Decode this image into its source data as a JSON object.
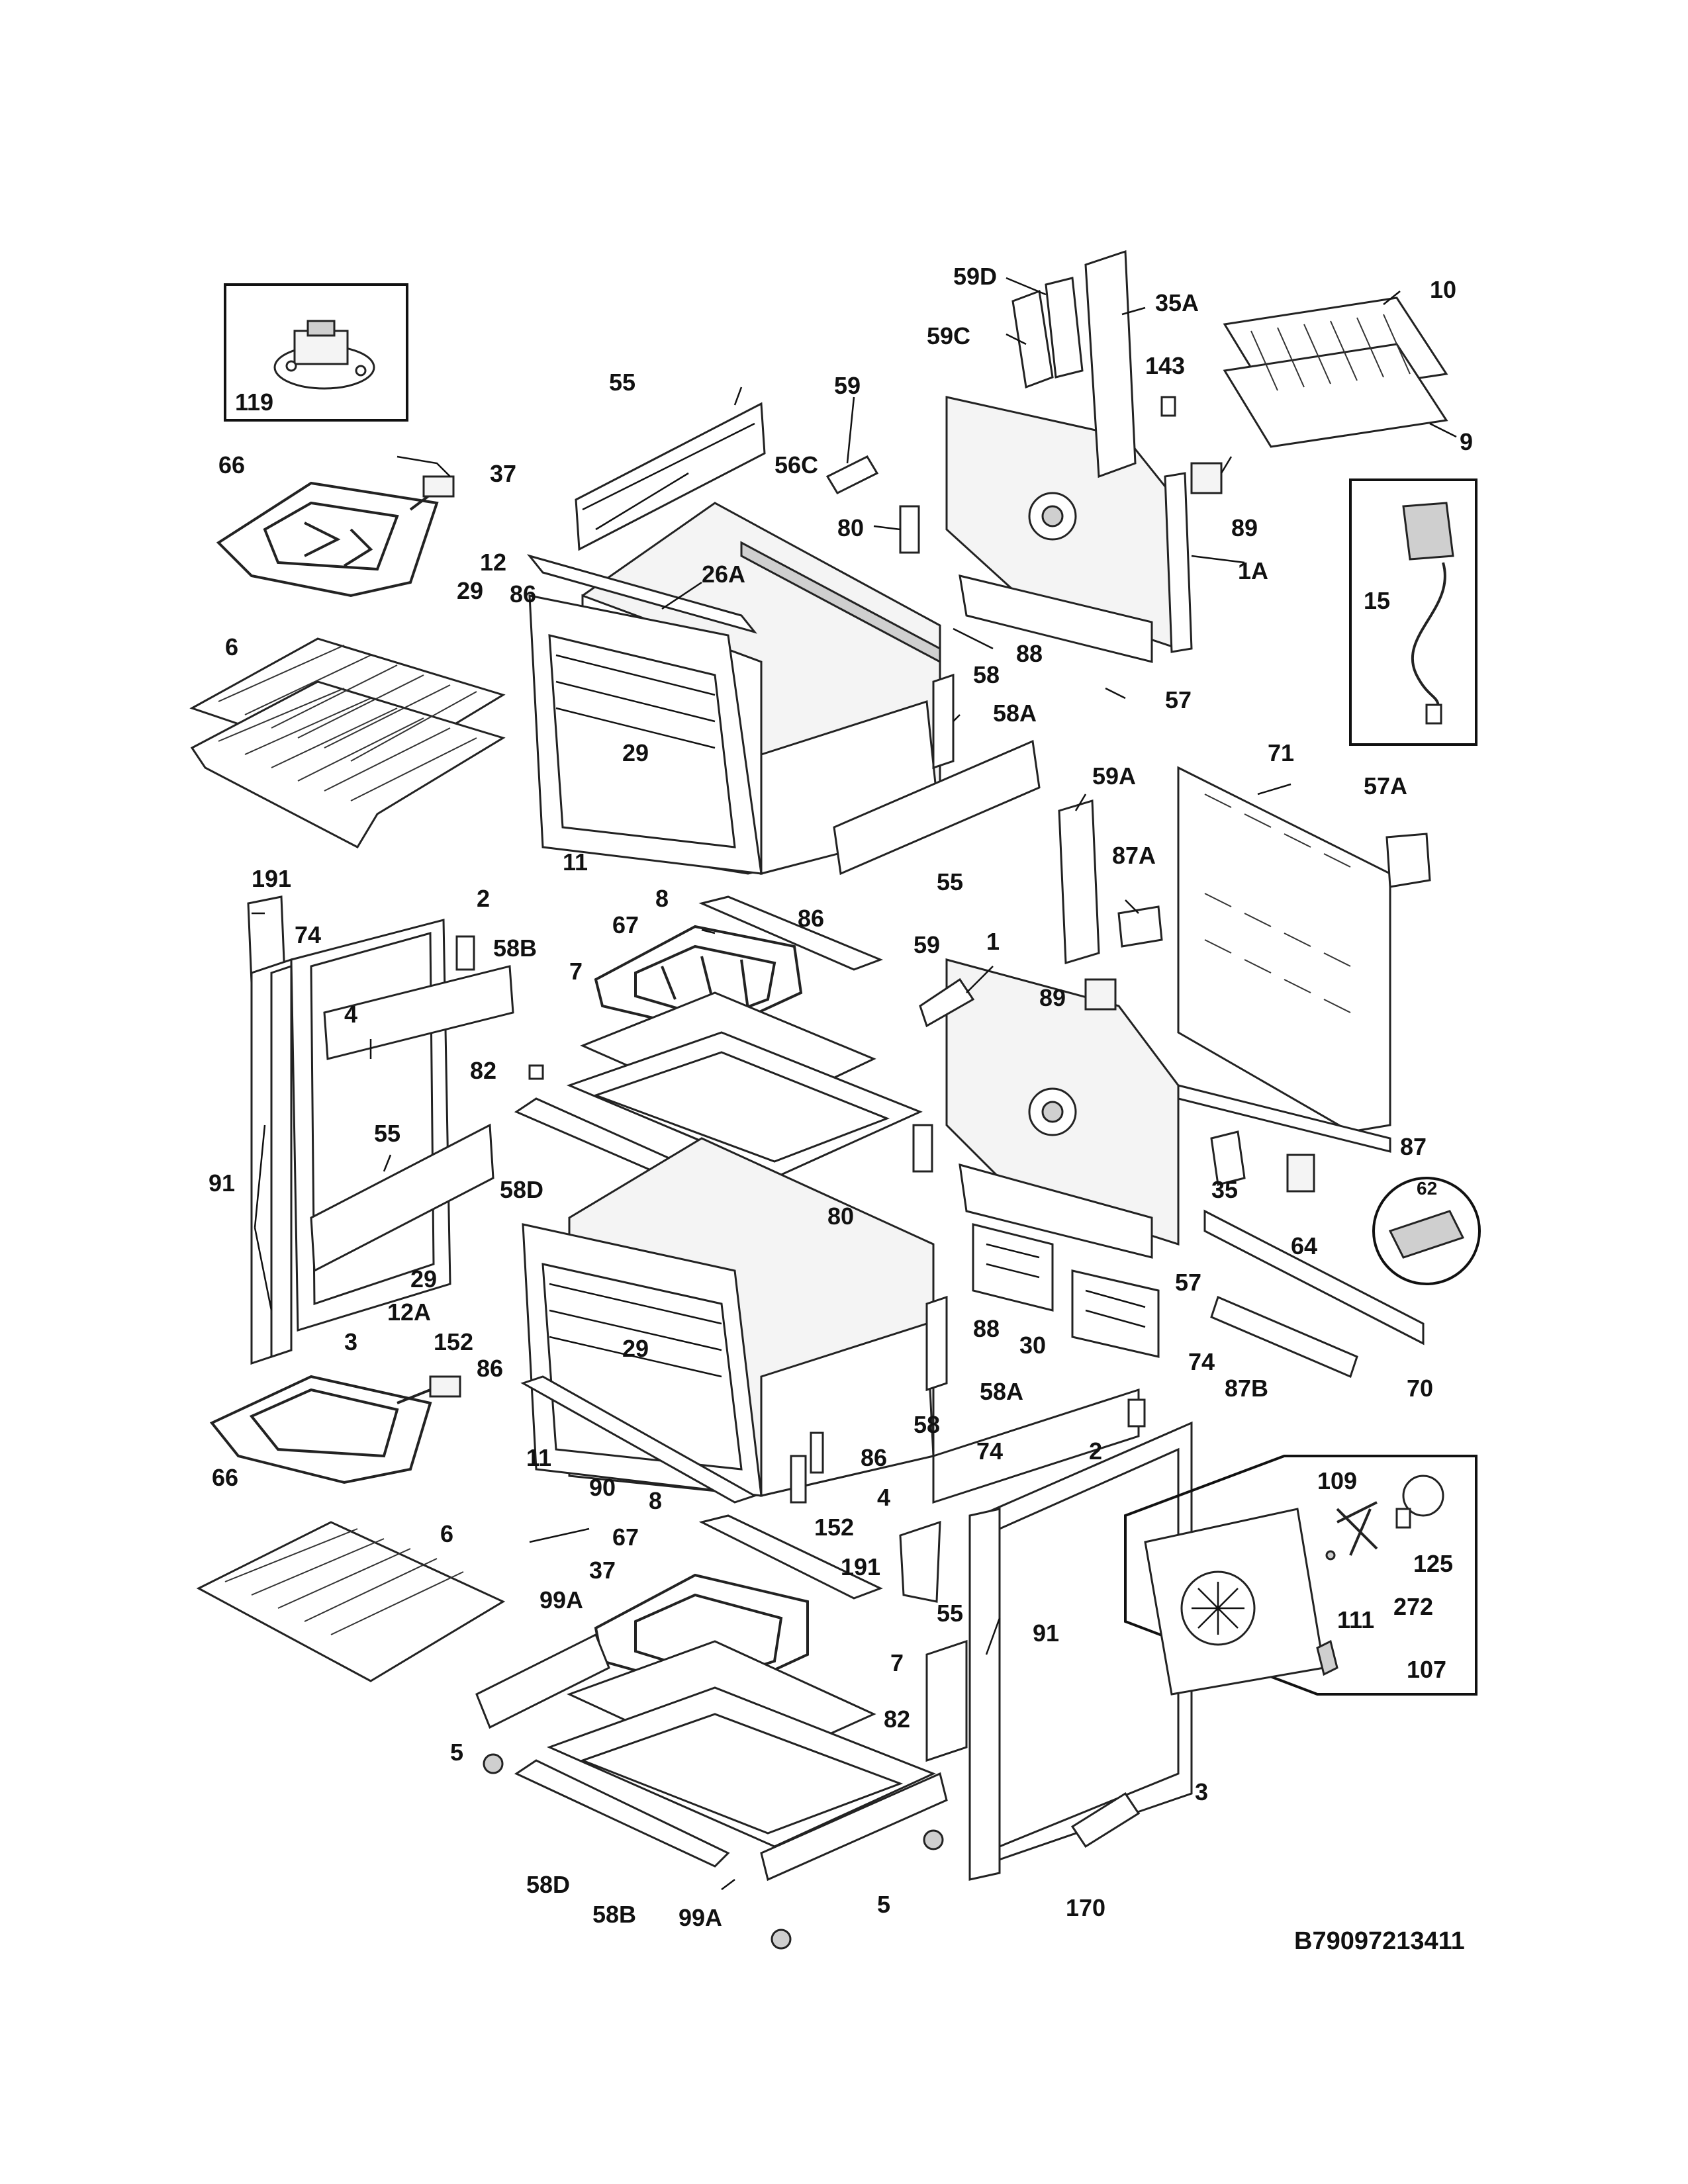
{
  "diagram": {
    "drawing_code": "B79097213411",
    "labels": {
      "l119": "119",
      "l66a": "66",
      "l37a": "37",
      "l12": "12",
      "l29a": "29",
      "l86a": "86",
      "l6a": "6",
      "l55a": "55",
      "l56c": "56C",
      "l26a": "26A",
      "l59a": "59",
      "l80a": "80",
      "l59d": "59D",
      "l59c": "59C",
      "l35a": "35A",
      "l143": "143",
      "l10": "10",
      "l9": "9",
      "l89a": "89",
      "l1a": "1A",
      "l15": "15",
      "l88a": "88",
      "l57a": "57",
      "l58a": "58",
      "l58aa": "58A",
      "l29b": "29",
      "l11a": "11",
      "l55b": "55",
      "l86b": "86",
      "l191a": "191",
      "l74a": "74",
      "l2a": "2",
      "l58b": "58B",
      "l67a": "67",
      "l8a": "8",
      "l7a": "7",
      "l59b": "59",
      "l1": "1",
      "l59aa": "59A",
      "l71": "71",
      "l57aa": "57A",
      "l87a": "87A",
      "l4a": "4",
      "l82a": "82",
      "l89b": "89",
      "l55c": "55",
      "l91a": "91",
      "l58d": "58D",
      "l80b": "80",
      "l87": "87",
      "l35": "35",
      "l62": "62",
      "l64": "64",
      "l29c": "29",
      "l12a": "12A",
      "l3a": "3",
      "l152a": "152",
      "l86c": "86",
      "l30": "30",
      "l88b": "88",
      "l57b": "57",
      "l29d": "29",
      "l58ab": "58A",
      "l87b": "87B",
      "l70": "70",
      "l66b": "66",
      "l11b": "11",
      "l58c": "58",
      "l74b": "74",
      "l2b": "2",
      "l86d": "86",
      "l90": "90",
      "l152b": "152",
      "l4b": "4",
      "l74c": "74",
      "l109": "109",
      "l125": "125",
      "l6b": "6",
      "l8b": "8",
      "l37b": "37",
      "l67b": "67",
      "l191b": "191",
      "l91b": "91",
      "l111": "111",
      "l272": "272",
      "l107": "107",
      "l99a": "99A",
      "l7b": "7",
      "l55d": "55",
      "l5a": "5",
      "l82b": "82",
      "l3b": "3",
      "l58db": "58D",
      "l58bb": "58B",
      "l99ab": "99A",
      "l5b": "5",
      "l170": "170"
    }
  }
}
